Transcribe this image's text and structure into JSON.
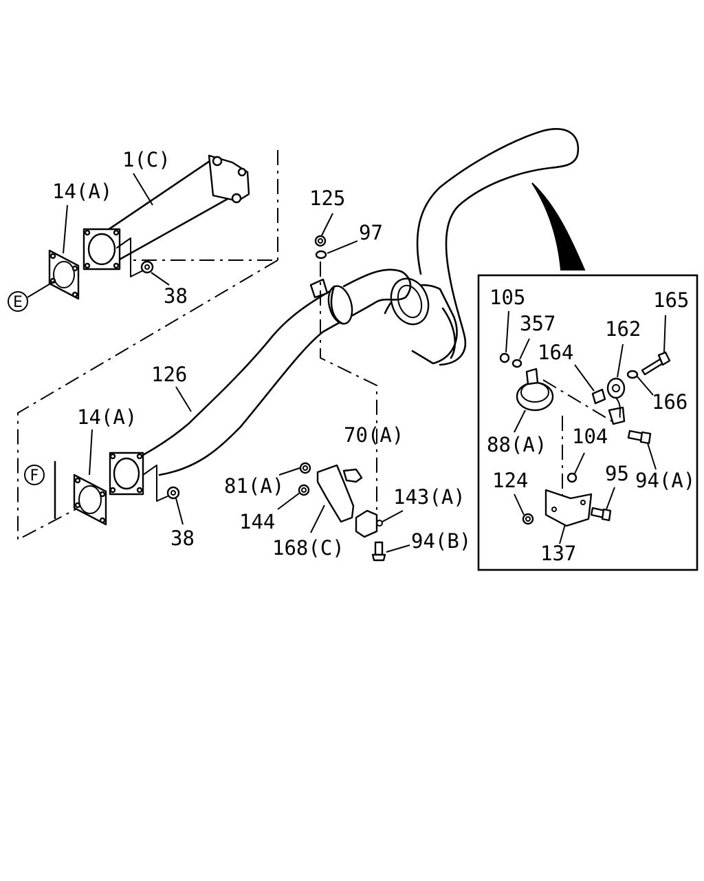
{
  "labels": {
    "l1c": "1(C)",
    "l14a_top": "14(A)",
    "l38_top": "38",
    "l125": "125",
    "l97": "97",
    "l126": "126",
    "l14a_bottom": "14(A)",
    "l38_bottom": "38",
    "l70a": "70(A)",
    "l81a": "81(A)",
    "l144": "144",
    "l168c": "168(C)",
    "l143a": "143(A)",
    "l94b": "94(B)",
    "l105": "105",
    "l357": "357",
    "l165": "165",
    "l162": "162",
    "l164": "164",
    "l166": "166",
    "l88a": "88(A)",
    "l104": "104",
    "l94a": "94(A)",
    "l124": "124",
    "l95": "95",
    "l137": "137"
  },
  "refs": {
    "e": "E",
    "f": "F"
  }
}
